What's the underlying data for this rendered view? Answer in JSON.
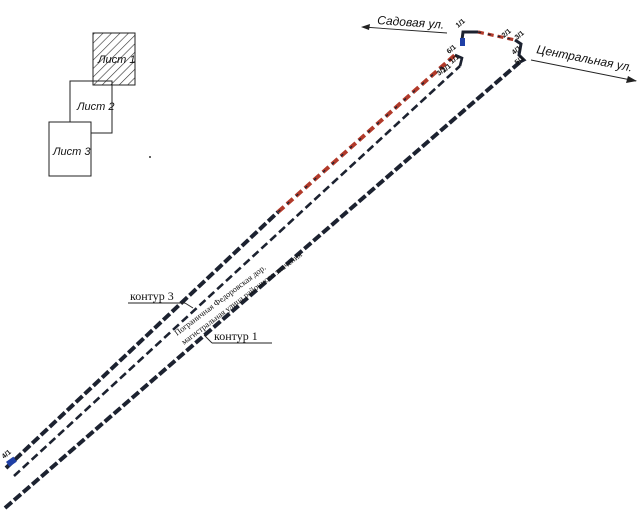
{
  "sheets": {
    "sheet1": "Лист 1",
    "sheet2": "Лист 2",
    "sheet3": "Лист 3"
  },
  "streets": {
    "sadovaya": "Садовая ул.",
    "centralnaya": "Центральная ул."
  },
  "contours": {
    "contour3": "контур 3",
    "contour1": "контур 1"
  },
  "road": {
    "line1": "Пограничная  Федоровская дор.",
    "line2": "магистральная улица районного значения"
  },
  "points": {
    "p1": "1/1",
    "p2": "2/1",
    "p3": "3/1",
    "p4": "4/1",
    "p5": "5/1",
    "p6": "6/1",
    "p7": "1/1",
    "p8": "2/1",
    "p9": "3/1",
    "p10": "4/1"
  },
  "colors": {
    "boundary_dark": "#1c2230",
    "boundary_red": "#b23a2a",
    "marker_blue": "#1f3fa6",
    "sheet_hatch": "#333333"
  }
}
